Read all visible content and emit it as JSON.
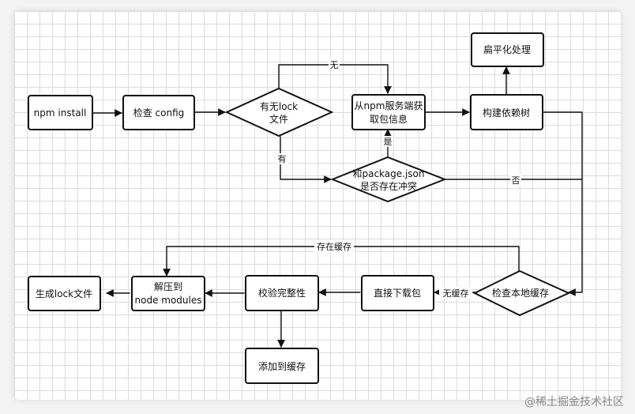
{
  "nodes": {
    "npm_install": "npm install",
    "check_config": "检查 config",
    "has_lock": [
      "有无lock",
      "文件"
    ],
    "fetch_registry": [
      "从npm服务端获",
      "取包信息"
    ],
    "build_tree": "构建依赖树",
    "flatten": "扁平化处理",
    "conflict": [
      "和package.json",
      "是否存在冲突"
    ],
    "check_cache": "检查本地缓存",
    "download": "直接下载包",
    "verify": "校验完整性",
    "unzip": [
      "解压到",
      "node modules"
    ],
    "gen_lock": "生成lock文件",
    "add_cache": "添加到缓存"
  },
  "edges": {
    "no": "无",
    "yes_have": "有",
    "yes_is": "是",
    "no_not": "否",
    "cache_hit": "存在缓存",
    "cache_miss": "无缓存"
  },
  "watermark": "@稀土掘金技术社区"
}
